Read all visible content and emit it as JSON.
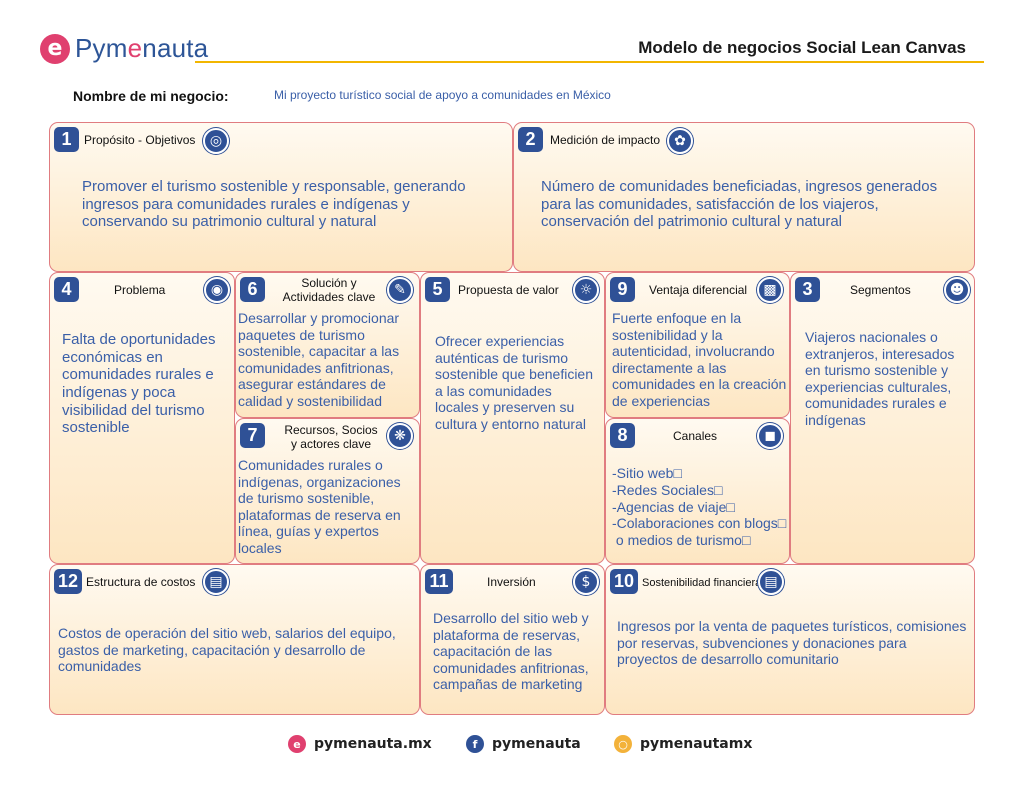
{
  "header": {
    "logo_mark": "e",
    "logo_text_a": "Pym",
    "logo_text_e": "e",
    "logo_text_b": "nauta",
    "title": "Modelo de negocios Social Lean Canvas"
  },
  "business": {
    "label": "Nombre de mi negocio:",
    "value": "Mi proyecto turístico social de apoyo a comunidades en México"
  },
  "cells": {
    "proposito": {
      "num": "1",
      "title": "Propósito - Objetivos",
      "icon": "target-icon",
      "body": "Promover el turismo sostenible y responsable, generando ingresos para comunidades rurales e indígenas y conservando su patrimonio cultural y natural"
    },
    "medicion": {
      "num": "2",
      "title": "Medición de impacto",
      "icon": "broadcast-icon",
      "body": "Número de comunidades beneficiadas, ingresos generados para las comunidades, satisfacción de los viajeros, conservación del patrimonio cultural y natural"
    },
    "problema": {
      "num": "4",
      "title": "Problema",
      "icon": "people-icon",
      "body": "Falta de oportunidades económicas en comunidades rurales e indígenas y poca visibilidad del turismo sostenible"
    },
    "solucion": {
      "num": "6",
      "title_1": "Solución y",
      "title_2": "Actividades clave",
      "icon": "tasks-icon",
      "body": "Desarrollar y promocionar paquetes de turismo sostenible, capacitar a las comunidades anfitrionas, asegurar estándares de calidad y sostenibilidad"
    },
    "recursos": {
      "num": "7",
      "title_1": "Recursos, Socios",
      "title_2": "y actores clave",
      "icon": "network-icon",
      "body": "Comunidades rurales o indígenas, organizaciones de turismo sostenible, plataformas de reserva en línea, guías y expertos locales"
    },
    "propuesta": {
      "num": "5",
      "title": "Propuesta de valor",
      "icon": "gift-icon",
      "body": "Ofrecer experiencias auténticas de turismo sostenible que beneficien a las comunidades locales y preserven su cultura y entorno natural"
    },
    "ventaja": {
      "num": "9",
      "title": "Ventaja diferencial",
      "icon": "podium-icon",
      "body": "Fuerte enfoque en la sostenibilidad y la autenticidad, involucrando directamente a las comunidades en la creación de experiencias"
    },
    "canales": {
      "num": "8",
      "title": "Canales",
      "icon": "truck-icon",
      "items": [
        "-Sitio web□",
        "-Redes Sociales□",
        "-Agencias de viaje□",
        "-Colaboraciones con blogs□",
        " o medios de turismo□"
      ]
    },
    "segmentos": {
      "num": "3",
      "title": "Segmentos",
      "icon": "users-icon",
      "body": "Viajeros nacionales o extranjeros, interesados en turismo sostenible y experiencias culturales, comunidades rurales e indígenas"
    },
    "costos": {
      "num": "12",
      "title": "Estructura de costos",
      "icon": "ledger-icon",
      "body": "Costos de operación del sitio web, salarios del equipo, gastos de marketing, capacitación y desarrollo de comunidades"
    },
    "inversion": {
      "num": "11",
      "title": "Inversión",
      "icon": "money-bag-icon",
      "body": "Desarrollo del sitio web y plataforma de reservas, capacitación de las comunidades anfitrionas, campañas de marketing"
    },
    "sostenibilidad": {
      "num": "10",
      "title": "Sostenibilidad financiera",
      "icon": "ledger-icon",
      "body": "Ingresos por la venta de paquetes turísticos, comisiones por reservas, subvenciones y donaciones para proyectos de desarrollo comunitario"
    }
  },
  "footer": {
    "web": "pymenauta.mx",
    "facebook": "pymenauta",
    "instagram": "pymenautamx"
  },
  "colors": {
    "accent_blue": "#2f5196",
    "text_blue": "#3a5fa8",
    "brand_pink": "#e0406f",
    "rule_gold": "#f2b600",
    "border_red": "#e07c80"
  }
}
